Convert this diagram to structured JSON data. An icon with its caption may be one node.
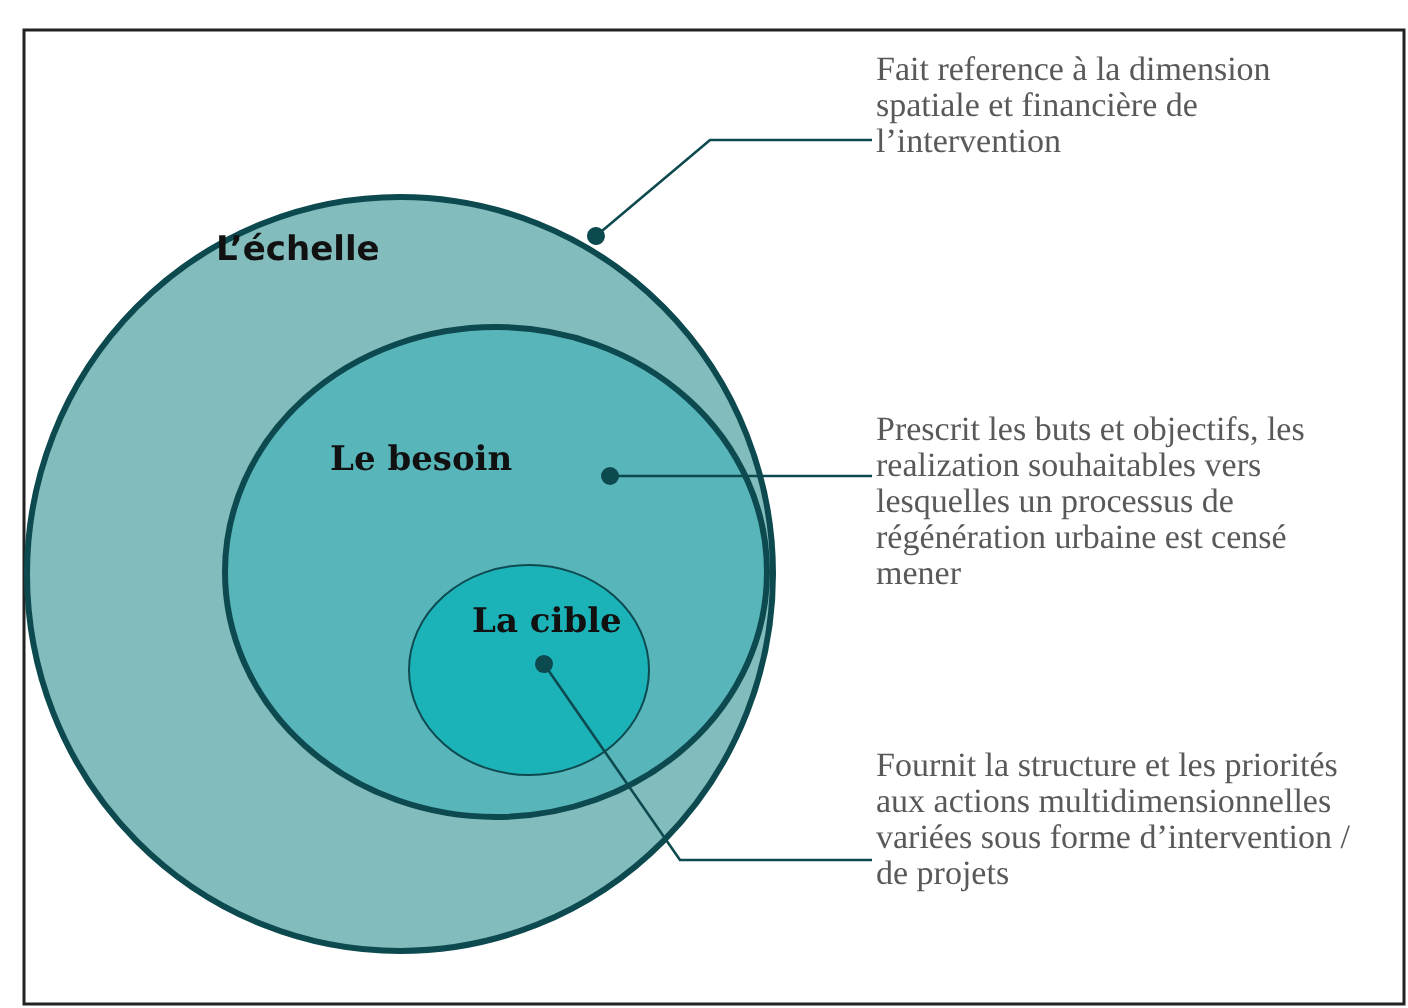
{
  "diagram": {
    "nodes": [
      {
        "text": [
          "L’échelle"
        ]
      },
      {
        "text": [
          "Le besoin"
        ],
        "in": 0
      },
      {
        "text": [
          "La cible"
        ],
        "in": 1
      },
      {
        "text": [
          "Fait reference à la dimension spatiale et financière de l’intervention"
        ]
      },
      {
        "text": [
          "Prescrit les buts et objectifs, les realization souhaitables vers lesquelles un processus de régénération urbaine est censé mener"
        ]
      },
      {
        "text": [
          "Fournit la structure et les priorités aux actions multidimensionnelles variées sous forme d’intervention / de projets"
        ]
      }
    ],
    "edges": [
      {
        "from": 3,
        "to": 0,
        "arrow": "other"
      },
      {
        "from": 4,
        "to": 1,
        "arrow": "other"
      },
      {
        "from": 5,
        "to": 2,
        "arrow": "other"
      }
    ]
  }
}
